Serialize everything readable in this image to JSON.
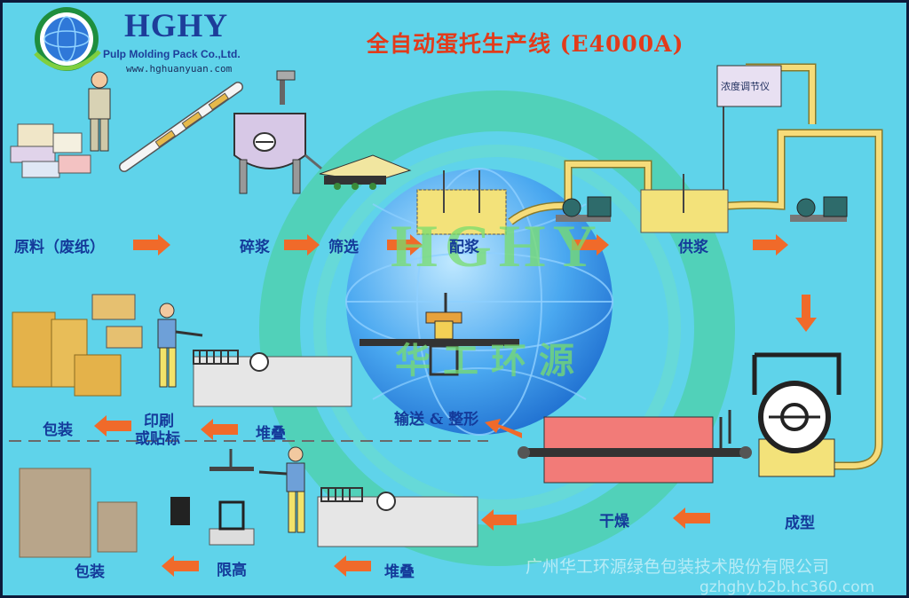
{
  "header": {
    "brand": "HGHY",
    "brand_sub": "Pulp Molding Pack Co.,Ltd.",
    "website": "www.hghuanyuan.com",
    "title": "全自动蛋托生产线 (E4000A)"
  },
  "watermark": {
    "latin": "HGHY",
    "cn": "华工环源"
  },
  "equipment": {
    "density_meter": "浓度调节仪"
  },
  "stages": {
    "raw": "原料（废纸）",
    "pulping": "碎浆",
    "screening": "筛选",
    "mixing": "配浆",
    "supply": "供浆",
    "forming": "成型",
    "drying": "干燥",
    "convey": "输送 & 整形",
    "stack_upper": "堆叠",
    "print": "印刷",
    "label": "或贴标",
    "pack_upper": "包装",
    "stack_lower": "堆叠",
    "height_limit": "限高",
    "pack_lower": "包装"
  },
  "footer": {
    "company": "广州华工环源绿色包装技术股份有限公司",
    "url": "gzhghy.b2b.hc360.com"
  },
  "colors": {
    "background": "#5fd3ea",
    "title": "#e23b1b",
    "brand": "#1d3d9a",
    "label": "#143a9a",
    "arrow": "#f06a2a",
    "pipe": "#f6dc7a",
    "slurry": "#f3e27a",
    "tray": "#e4b24a",
    "carton": "#b8a58a",
    "dryer": "#f27b78"
  }
}
